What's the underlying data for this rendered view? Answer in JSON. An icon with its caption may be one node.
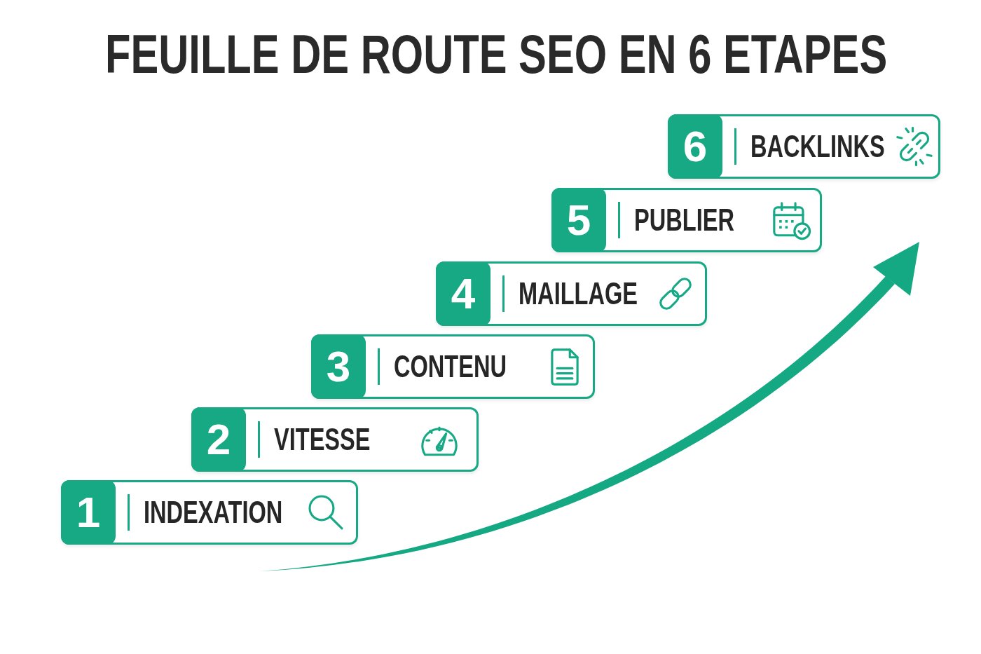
{
  "diagram": {
    "title": "FEUILLE DE ROUTE SEO EN 6 ETAPES",
    "nodes": [
      {
        "text": [
          "1",
          "INDEXATION"
        ]
      },
      {
        "text": [
          "2",
          "VITESSE"
        ]
      },
      {
        "text": [
          "3",
          "CONTENU"
        ]
      },
      {
        "text": [
          "4",
          "MAILLAGE"
        ]
      },
      {
        "text": [
          "5",
          "PUBLIER"
        ]
      },
      {
        "text": [
          "6",
          "BACKLINKS"
        ]
      }
    ]
  }
}
